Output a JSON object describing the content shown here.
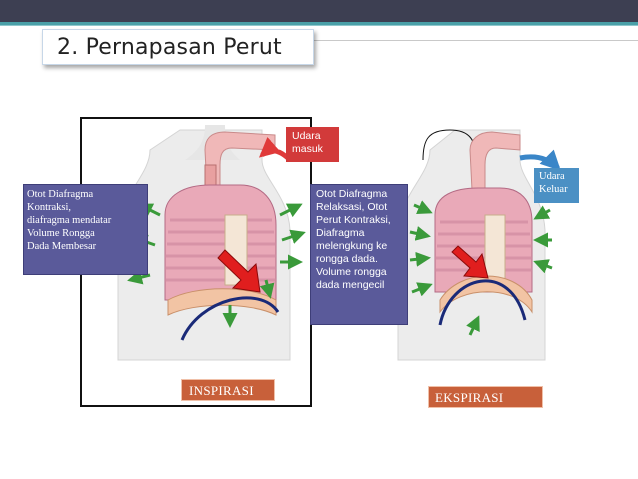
{
  "slide": {
    "title": "2. Pernapasan Perut"
  },
  "labels": {
    "inspirasi_left": "Otot Diafragma\nKontraksi,\ndiafragma mendatar\nVolume Rongga\nDada Membesar",
    "ekspirasi_mid": "Otot Diafragma\nRelaksasi, Otot\nPerut Kontraksi,\nDiafragma\nmelengkung ke\nrongga dada.\nVolume rongga\ndada mengecil",
    "udara_masuk": "Udara\nmasuk",
    "udara_keluar": "Udara\nKeluar",
    "inspirasi": "INSPIRASI",
    "ekspirasi": "EKSPIRASI"
  },
  "colors": {
    "topbar": "#3d3f52",
    "accent_teal": "#4aa0a8",
    "label_purple": "#5a5a9a",
    "label_red": "#d23a3a",
    "label_blue": "#4b90c4",
    "label_orange": "#c8603a",
    "green_arrow": "#3a9a3a",
    "diaphragm_line": "#1a2a78"
  },
  "icons": [
    "airflow-in-arrow-icon",
    "airflow-out-arrow-icon",
    "diaphragm-arrow-icon",
    "muscle-movement-arrow-icon"
  ]
}
